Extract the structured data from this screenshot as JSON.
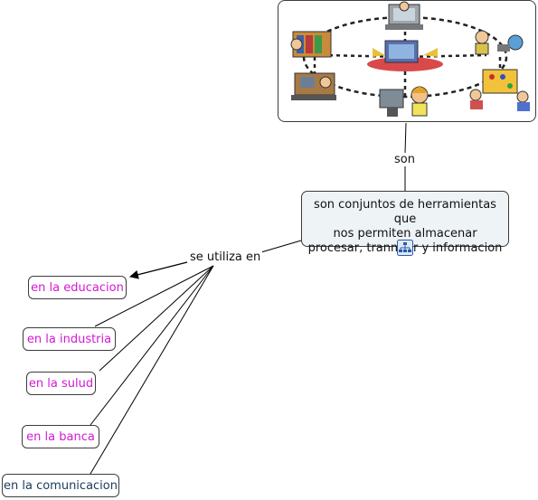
{
  "image_node": {
    "icon": "technology-collage"
  },
  "main_concept": {
    "line1": "son conjuntos de herramientas que",
    "line2": "nos permiten almacenar",
    "line3": "procesar, tranmitir y informacion",
    "badge_icon": "submap-icon"
  },
  "link_words": {
    "son": "son",
    "se_utiliza_en": "se utiliza en"
  },
  "uses": [
    {
      "label": "en la educacion"
    },
    {
      "label": "en la industria"
    },
    {
      "label": "en la sulud"
    },
    {
      "label": "en la banca"
    },
    {
      "label": "en la comunicacion"
    }
  ],
  "colors": {
    "concept_text_magenta": "#d318d3",
    "concept_text_blue": "#1b3a5c",
    "main_fill": "#eef3f6",
    "border": "#3c3c3c"
  }
}
